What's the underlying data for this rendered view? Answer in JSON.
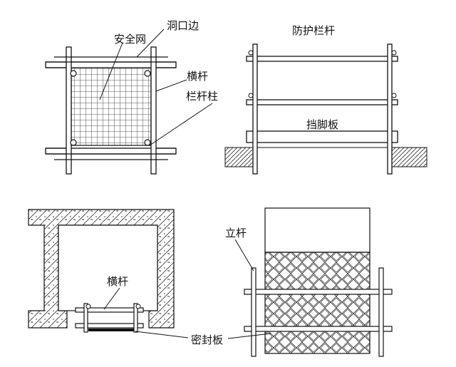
{
  "labels": {
    "hole_edge": "洞口边",
    "safety_net": "安全网",
    "crossbar_top": "横杆",
    "railing_post": "栏杆柱",
    "guard_railing": "防护栏杆",
    "toe_board": "挡脚板",
    "crossbar_bottom": "横杆",
    "vertical_pole": "立杆",
    "seal_plate": "密封板"
  },
  "colors": {
    "line": "#111111",
    "hatch": "#555555",
    "seal": "#111111"
  }
}
